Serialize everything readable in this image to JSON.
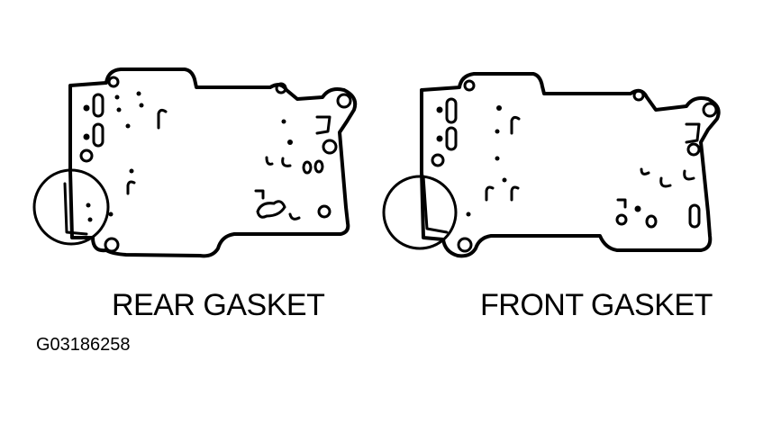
{
  "gaskets": [
    {
      "id": "rear",
      "caption": "REAR GASKET"
    },
    {
      "id": "front",
      "caption": "FRONT GASKET"
    }
  ],
  "figure_id": "G03186258"
}
